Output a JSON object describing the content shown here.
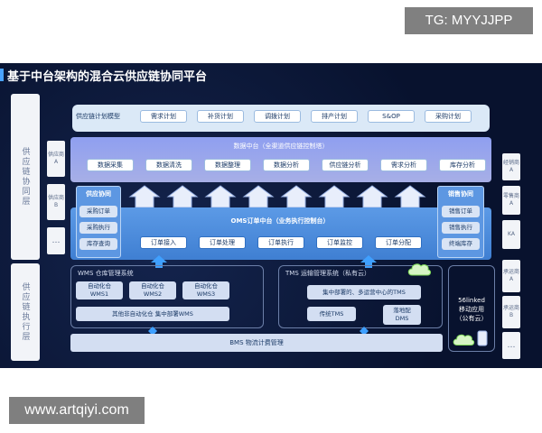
{
  "watermark": {
    "tag": "TG: MYYJJPP",
    "url": "www.artqiyi.com"
  },
  "title": "基于中台架构的混合云供应链协同平台",
  "left_labels": {
    "collab_layer": "供应链协同层",
    "exec_layer": "供应链执行层",
    "supplier_a": "供应商A",
    "supplier_b": "供应商B",
    "ellipsis": "…"
  },
  "right_labels": {
    "dealer_a": "经销商A",
    "retailer_a": "零售商A",
    "ka": "KA",
    "carrier_a": "承运商A",
    "carrier_b": "承运商B",
    "ellipsis": "…"
  },
  "planning": {
    "label": "供应链计划模型",
    "items": [
      "需求计划",
      "补货计划",
      "调拨计划",
      "排产计划",
      "S&OP",
      "采购计划"
    ]
  },
  "data_center": {
    "title": "数据中台（全渠道供应链控制塔）",
    "items": [
      "数据采集",
      "数据清洗",
      "数据整理",
      "数据分析",
      "供应链分析",
      "需求分析",
      "库存分析"
    ]
  },
  "purchase_collab": {
    "title": "供应协同",
    "items": [
      "采购订单",
      "采购执行",
      "库存查询"
    ]
  },
  "sales_collab": {
    "title": "销售协同",
    "items": [
      "销售订单",
      "销售执行",
      "终端库存"
    ]
  },
  "oms": {
    "title": "OMS订单中台（业务执行控制台）",
    "items": [
      "订单接入",
      "订单处理",
      "订单执行",
      "订单监控",
      "订单分配"
    ]
  },
  "wms": {
    "title": "WMS 仓库管理系统",
    "items": [
      "自动化仓\nWMS1",
      "自动化仓\nWMS2",
      "自动化仓\nWMS3"
    ],
    "central": "其他非自动化仓 集中部署WMS"
  },
  "tms": {
    "title": "TMS 运输管理系统（私有云）",
    "central": "集中部署的、多运营中心的TMS",
    "traditional": "传统TMS",
    "dispatch": "落地配\nDMS"
  },
  "app": {
    "text": "56linked\n移动应用\n（公有云）"
  },
  "bms": "BMS 物流计费管理"
}
